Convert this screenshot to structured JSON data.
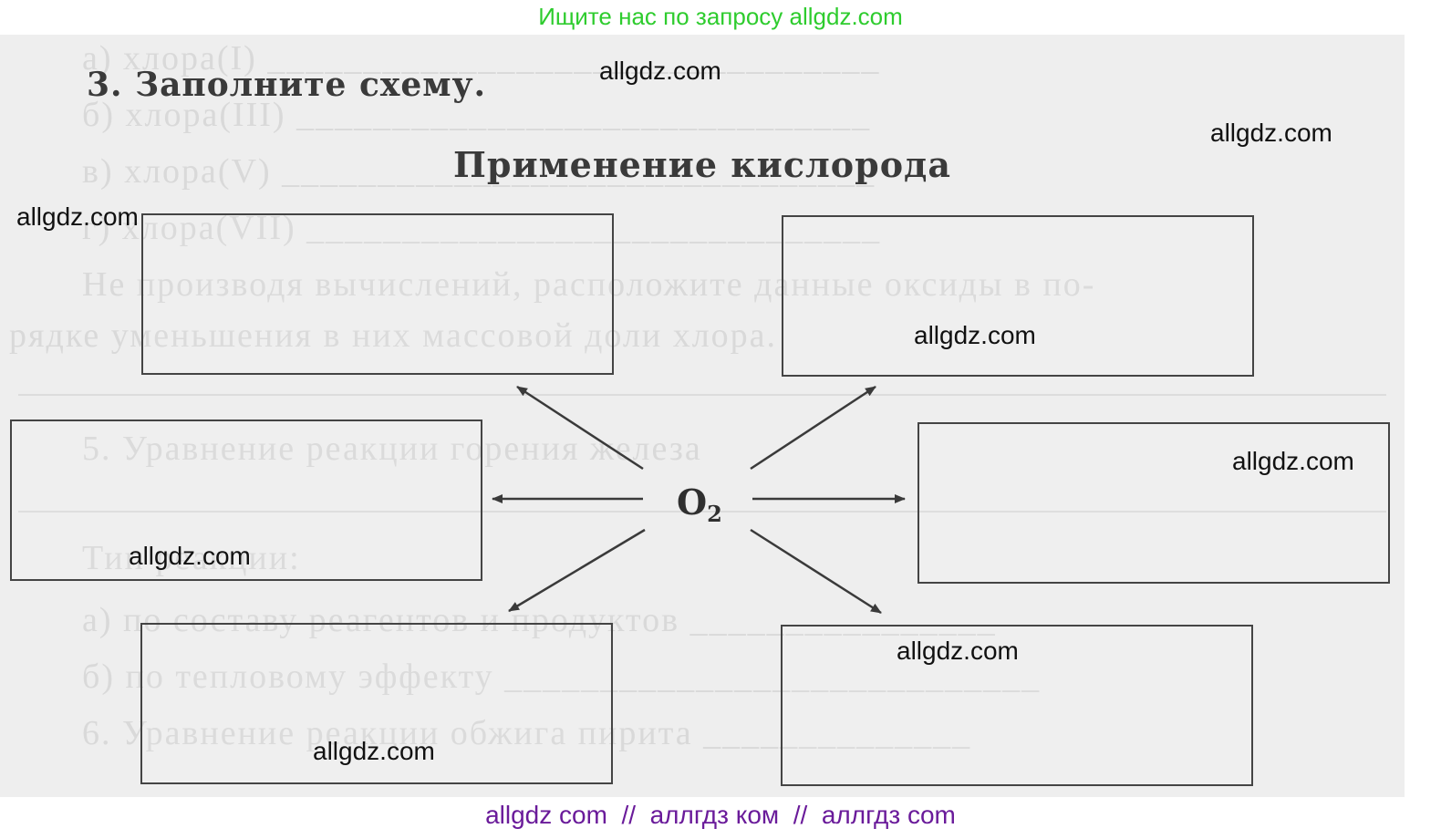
{
  "top_banner": "Ищите нас по запросу allgdz.com",
  "bottom_banner": "allgdz com  //  аллгдз ком  //  аллгдз com",
  "task": "3. Заполните схему.",
  "title": "Применение кислорода",
  "center": {
    "text": "O",
    "sub": "2"
  },
  "watermark": "allgdz.com",
  "colors": {
    "top_banner": "#2ecc2e",
    "bottom_banner": "#6a1b9a",
    "paper": "#eeeeee",
    "ink": "#3a3a3a"
  }
}
